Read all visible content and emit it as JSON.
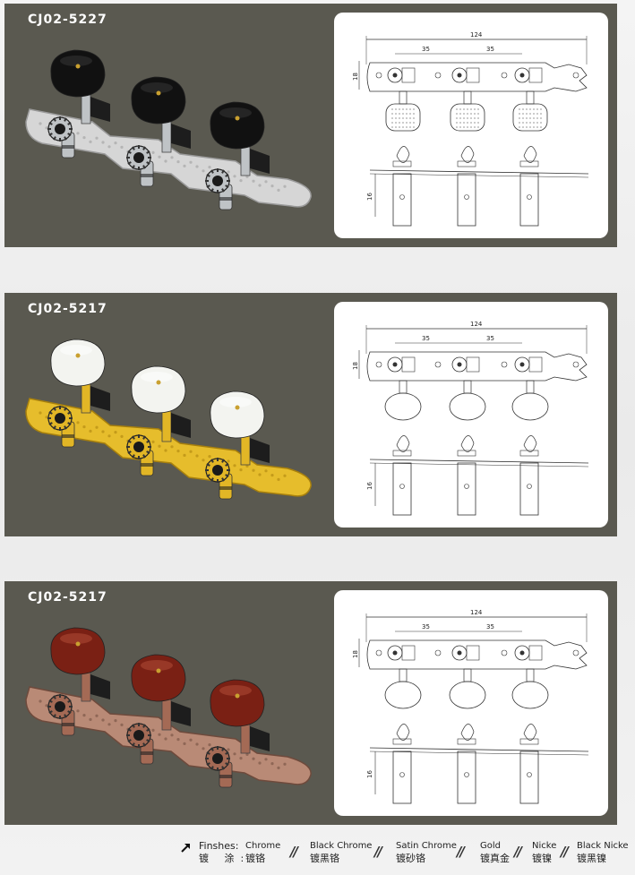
{
  "panels": [
    {
      "model": "CJ02-5227",
      "button_color": "#111111",
      "button_highlight": "#3a3a3a",
      "plate_color": "#d6d6d6",
      "plate_shadow": "#9a9a9a",
      "post_color": "#bfc3c6",
      "drawing": "dark-buttons"
    },
    {
      "model": "CJ02-5217",
      "button_color": "#f3f4f0",
      "button_highlight": "#ffffff",
      "plate_color": "#e6bd2c",
      "plate_shadow": "#a8800c",
      "post_color": "#e2b626",
      "drawing": "oval-buttons"
    },
    {
      "model": "CJ02-5217",
      "button_color": "#7a2014",
      "button_highlight": "#b5503a",
      "plate_color": "#b98a76",
      "plate_shadow": "#6e4a3c",
      "post_color": "#a46a55",
      "drawing": "oval-buttons"
    }
  ],
  "dimensions": {
    "overall": "124",
    "spacing_a": "35",
    "spacing_b": "35",
    "height": "18",
    "post_height": "16"
  },
  "finishes": {
    "label_en": "Finshes:",
    "label_cn": "镀 涂:",
    "items": [
      {
        "en": "Chrome",
        "cn": "镀铬"
      },
      {
        "en": "Black Chrome",
        "cn": "镀黑铬"
      },
      {
        "en": "Satin Chrome",
        "cn": "镀砂铬"
      },
      {
        "en": "Gold",
        "cn": "镀真金"
      },
      {
        "en": "Nicke",
        "cn": "镀镍"
      },
      {
        "en": "Black Nicke",
        "cn": "镀黑镍"
      }
    ],
    "separator": "//"
  }
}
